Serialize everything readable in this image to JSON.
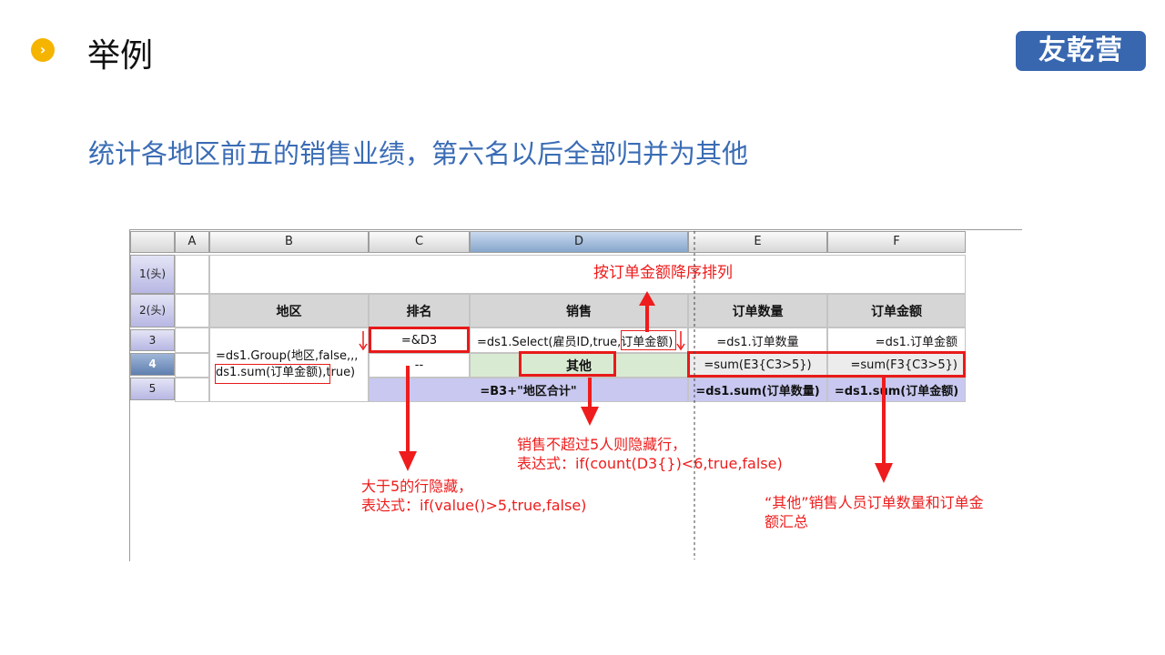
{
  "header": {
    "title": "举例",
    "logo_text": "友乾营",
    "subtitle": "统计各地区前五的销售业绩，第六名以后全部归并为其他"
  },
  "sheet": {
    "columns": [
      "A",
      "B",
      "C",
      "D",
      "E",
      "F"
    ],
    "selected_column": "D",
    "rows": [
      "1(头)",
      "2(头)",
      "3",
      "4",
      "5"
    ],
    "selected_row": "4",
    "headers": {
      "region": "地区",
      "rank": "排名",
      "sales": "销售",
      "order_count": "订单数量",
      "order_amount": "订单金额"
    },
    "cells": {
      "b3_line1": "=ds1.Group(地区,false,,,",
      "b3_line2_boxed": "ds1.sum(订单金额)",
      "b3_line2_rest": ",true)",
      "c3": "=&D3",
      "d3_prefix": "=ds1.Select(雇员ID,true,",
      "d3_boxed": "订单金额)",
      "e3": "=ds1.订单数量",
      "f3": "=ds1.订单金额",
      "c4": "--",
      "d4": "其他",
      "e4": "=sum(E3{C3>5})",
      "f4": "=sum(F3{C3>5})",
      "cd5": "=B3+\"地区合计\"",
      "e5": "=ds1.sum(订单数量)",
      "f5": "=ds1.sum(订单金额)"
    }
  },
  "annotations": {
    "sort": "按订单金额降序排列",
    "hide_sales": "销售不超过5人则隐藏行，\n表达式：if(count(D3{})<6,true,false)",
    "hide_rank": "大于5的行隐藏，\n表达式：if(value()>5,true,false)",
    "other_sum": "“其他”销售人员订单数量和订单金\n额汇总"
  },
  "colors": {
    "accent_blue": "#3a6cb5",
    "logo_bg": "#3867b0",
    "bullet": "#f5b400",
    "annotation_red": "#ee1c1c"
  }
}
